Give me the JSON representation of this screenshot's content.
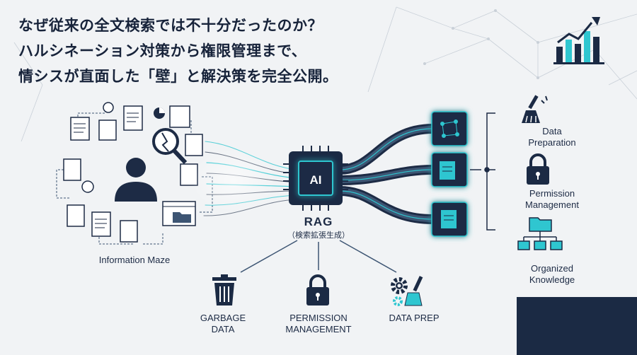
{
  "headline": [
    "なぜ従来の全文検索では不十分だったのか？",
    "ハルシネーション対策から権限管理まで、",
    "情シスが直面した「壁」と解決策を完全公開。"
  ],
  "chip_label": "AI",
  "rag": {
    "title": "RAG",
    "subtitle": "（検索拡張生成）"
  },
  "left_caption": "Information Maze",
  "bottom_items": [
    {
      "label": "GARBAGE\nDATA",
      "icon": "trash-icon"
    },
    {
      "label": "PERMISSION\nMANAGEMENT",
      "icon": "lock-icon"
    },
    {
      "label": "DATA PREP",
      "icon": "gear-brush-icon"
    }
  ],
  "right_items": [
    {
      "label": "Data\nPreparation",
      "icon": "brush-icon"
    },
    {
      "label": "Permission\nManagement",
      "icon": "lock-icon"
    },
    {
      "label": "Organized\nKnowledge",
      "icon": "folder-tree-icon"
    }
  ],
  "colors": {
    "navy": "#1b2a44",
    "teal": "#2fc6d0",
    "slate": "#3d5573",
    "panel": "#1b2a44"
  }
}
